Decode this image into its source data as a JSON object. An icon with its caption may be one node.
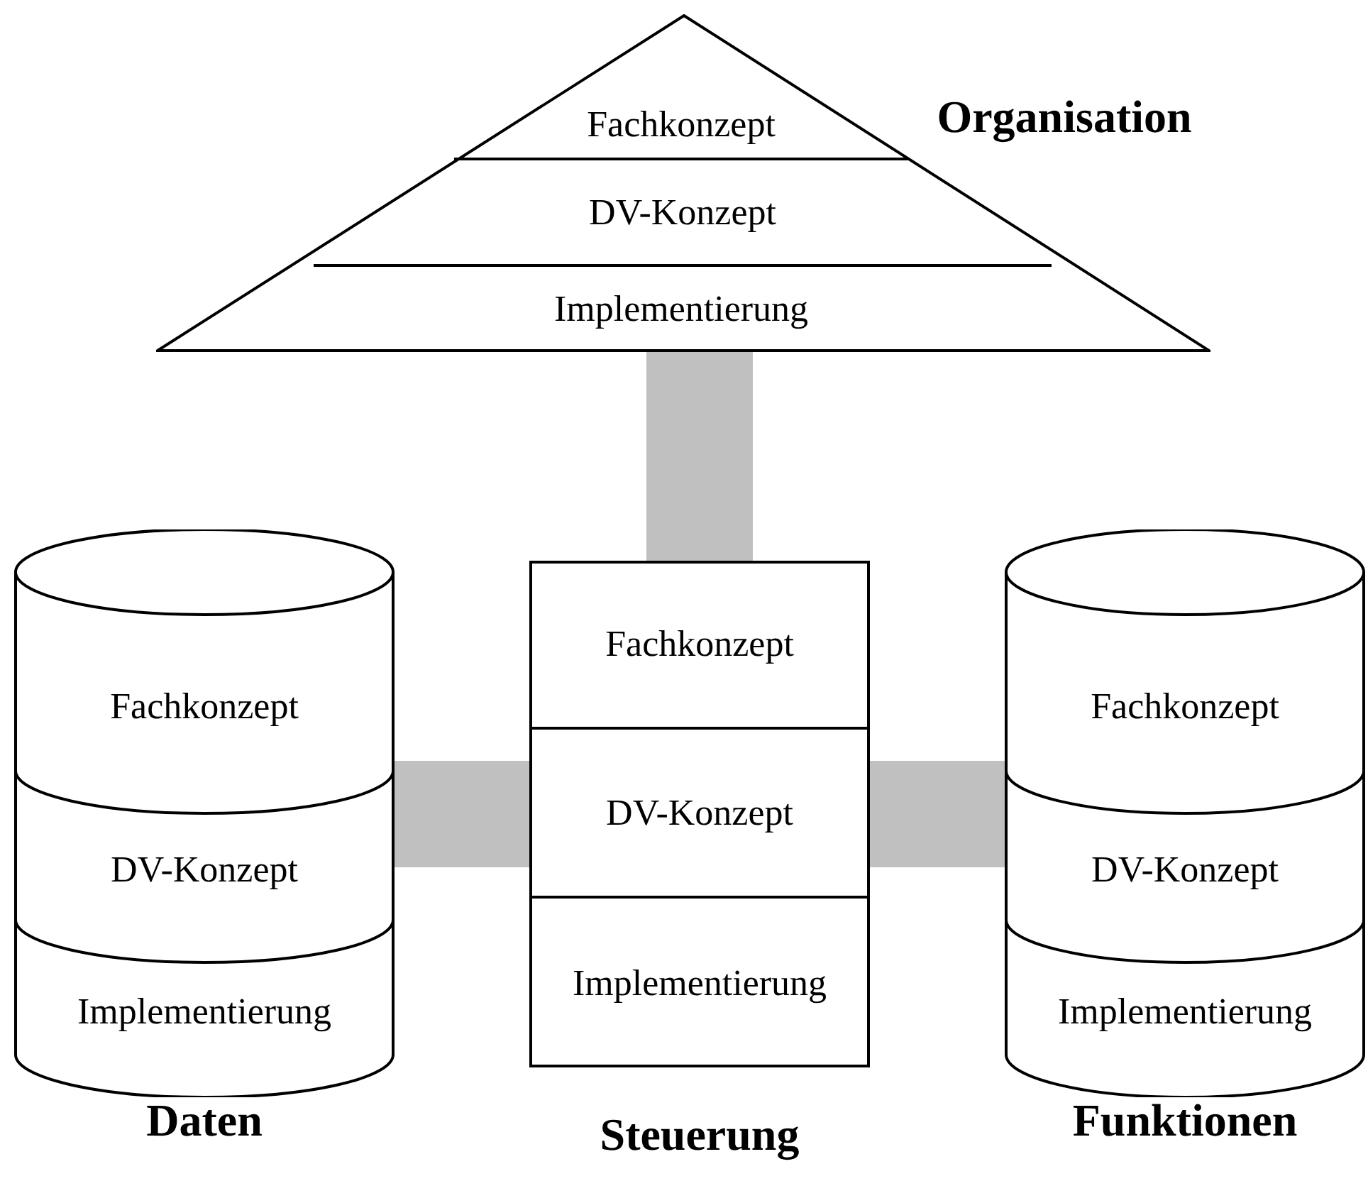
{
  "diagram": {
    "nodes": [
      {
        "text": [
          "Organisation"
        ]
      },
      {
        "text": [
          "Fachkonzept"
        ],
        "in": 0
      },
      {
        "text": [
          "DV-Konzept"
        ],
        "in": 0
      },
      {
        "text": [
          "Implementierung"
        ],
        "in": 0
      },
      {
        "text": [
          "Daten"
        ]
      },
      {
        "text": [
          "Fachkonzept"
        ],
        "in": 4
      },
      {
        "text": [
          "DV-Konzept"
        ],
        "in": 4
      },
      {
        "text": [
          "Implementierung"
        ],
        "in": 4
      },
      {
        "text": [
          "Steuerung"
        ]
      },
      {
        "text": [
          "Fachkonzept"
        ],
        "in": 8
      },
      {
        "text": [
          "DV-Konzept"
        ],
        "in": 8
      },
      {
        "text": [
          "Implementierung"
        ],
        "in": 8
      },
      {
        "text": [
          "Funktionen"
        ]
      },
      {
        "text": [
          "Fachkonzept"
        ],
        "in": 12
      },
      {
        "text": [
          "DV-Konzept"
        ],
        "in": 12
      },
      {
        "text": [
          "Implementierung"
        ],
        "in": 12
      }
    ],
    "edges": [
      {
        "from": 0,
        "to": 8,
        "arrow": "none"
      },
      {
        "from": 4,
        "to": 8,
        "arrow": "none"
      },
      {
        "from": 8,
        "to": 12,
        "arrow": "none"
      }
    ]
  }
}
